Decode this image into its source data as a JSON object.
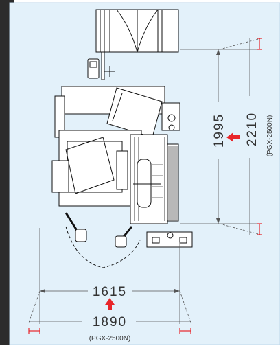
{
  "dimensions": {
    "vertical_inner": "1995",
    "vertical_outer": "2210",
    "vertical_outer_note": "(PGX-2500N)",
    "horizontal_inner": "1615",
    "horizontal_outer": "1890",
    "horizontal_outer_note": "(PGX-2500N)"
  },
  "colors": {
    "background_panel": "#e3f1fa",
    "panel_border": "#bcd6ea",
    "dimension_line": "#555555",
    "accent_red": "#e8262a",
    "drawing_line": "#111111",
    "dark_frame": "#2c2c2c"
  },
  "icons": {
    "arrow_vertical_dim": "red-left-arrow-icon",
    "arrow_horizontal_dim": "red-up-arrow-icon"
  }
}
